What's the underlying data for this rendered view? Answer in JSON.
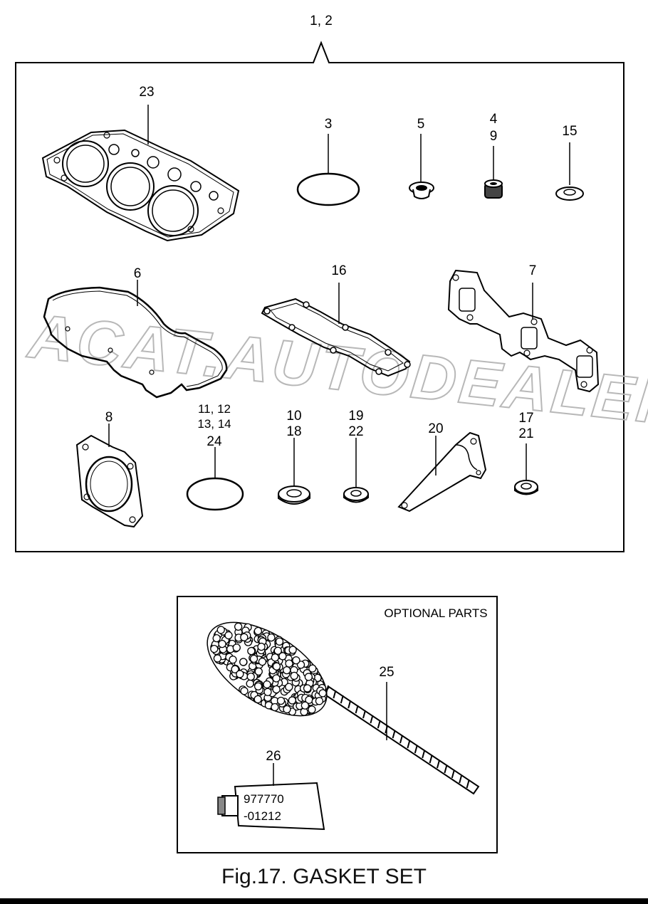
{
  "labels": {
    "set": "1, 2",
    "p23": "23",
    "p3": "3",
    "p5": "5",
    "p4": "4",
    "p9": "9",
    "p15": "15",
    "p6": "6",
    "p16": "16",
    "p7": "7",
    "p8": "8",
    "p11_12": "11, 12",
    "p13_14": "13, 14",
    "p24": "24",
    "p10": "10",
    "p18": "18",
    "p19": "19",
    "p22": "22",
    "p20": "20",
    "p17": "17",
    "p21": "21",
    "p25": "25",
    "p26": "26"
  },
  "optional": {
    "title": "OPTIONAL PARTS",
    "tube_line1": "977770",
    "tube_line2": "-01212"
  },
  "watermark": "ACAT.AUTODEALER.RU",
  "caption": "Fig.17.  GASKET SET"
}
